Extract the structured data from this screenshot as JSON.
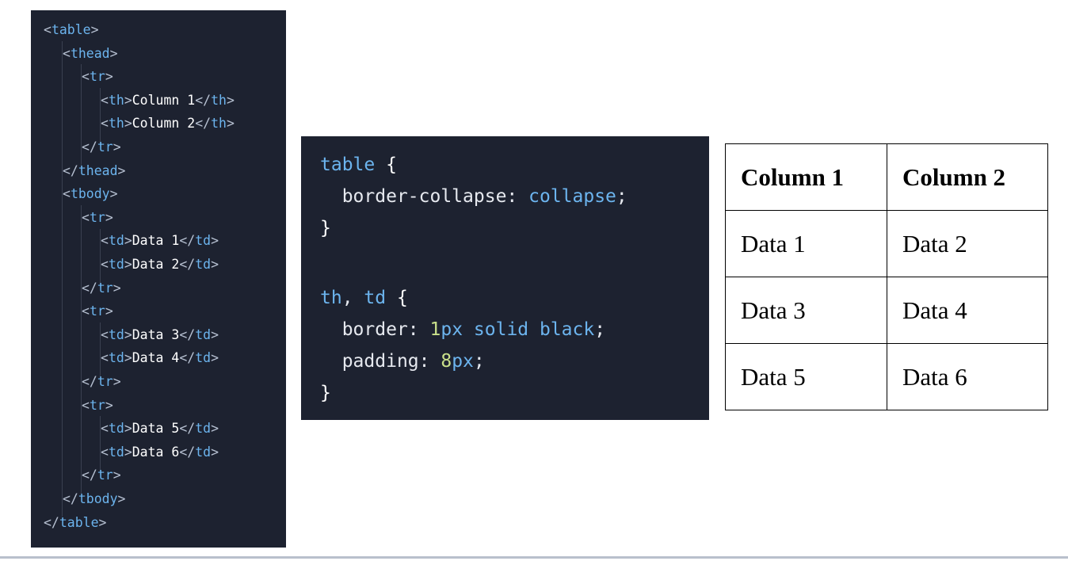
{
  "html_code": {
    "lines": [
      {
        "open": "<",
        "tag": "table",
        "close": ">"
      },
      {
        "open": "<",
        "tag": "thead",
        "close": ">"
      },
      {
        "open": "<",
        "tag": "tr",
        "close": ">"
      },
      {
        "open": "<",
        "tag": "th",
        "close": ">",
        "text": "Column 1",
        "end_open": "</",
        "end_tag": "th",
        "end_close": ">"
      },
      {
        "open": "<",
        "tag": "th",
        "close": ">",
        "text": "Column 2",
        "end_open": "</",
        "end_tag": "th",
        "end_close": ">"
      },
      {
        "open": "</",
        "tag": "tr",
        "close": ">"
      },
      {
        "open": "</",
        "tag": "thead",
        "close": ">"
      },
      {
        "open": "<",
        "tag": "tbody",
        "close": ">"
      },
      {
        "open": "<",
        "tag": "tr",
        "close": ">"
      },
      {
        "open": "<",
        "tag": "td",
        "close": ">",
        "text": "Data 1",
        "end_open": "</",
        "end_tag": "td",
        "end_close": ">"
      },
      {
        "open": "<",
        "tag": "td",
        "close": ">",
        "text": "Data 2",
        "end_open": "</",
        "end_tag": "td",
        "end_close": ">"
      },
      {
        "open": "</",
        "tag": "tr",
        "close": ">"
      },
      {
        "open": "<",
        "tag": "tr",
        "close": ">"
      },
      {
        "open": "<",
        "tag": "td",
        "close": ">",
        "text": "Data 3",
        "end_open": "</",
        "end_tag": "td",
        "end_close": ">"
      },
      {
        "open": "<",
        "tag": "td",
        "close": ">",
        "text": "Data 4",
        "end_open": "</",
        "end_tag": "td",
        "end_close": ">"
      },
      {
        "open": "</",
        "tag": "tr",
        "close": ">"
      },
      {
        "open": "<",
        "tag": "tr",
        "close": ">"
      },
      {
        "open": "<",
        "tag": "td",
        "close": ">",
        "text": "Data 5",
        "end_open": "</",
        "end_tag": "td",
        "end_close": ">"
      },
      {
        "open": "<",
        "tag": "td",
        "close": ">",
        "text": "Data 6",
        "end_open": "</",
        "end_tag": "td",
        "end_close": ">"
      },
      {
        "open": "</",
        "tag": "tr",
        "close": ">"
      },
      {
        "open": "</",
        "tag": "tbody",
        "close": ">"
      },
      {
        "open": "</",
        "tag": "table",
        "close": ">"
      }
    ]
  },
  "css_code": {
    "rule1_selector": "table",
    "open_brace": " {",
    "rule1_prop": "border-collapse",
    "colon": ": ",
    "rule1_value": "collapse",
    "semicolon": ";",
    "close_brace": "}",
    "rule2_selector_a": "th",
    "comma": ", ",
    "rule2_selector_b": "td",
    "rule2_prop1": "border",
    "rule2_prop1_num": "1",
    "rule2_prop1_unit": "px",
    "rule2_prop1_rest": " solid black",
    "rule2_prop2": "padding",
    "rule2_prop2_num": "8",
    "rule2_prop2_unit": "px"
  },
  "rendered_table": {
    "headers": [
      "Column 1",
      "Column 2"
    ],
    "rows": [
      [
        "Data 1",
        "Data 2"
      ],
      [
        "Data 3",
        "Data 4"
      ],
      [
        "Data 5",
        "Data 6"
      ]
    ]
  },
  "colors": {
    "code_background": "#1d2230",
    "tag_color": "#6cb4ee",
    "number_color": "#c9e08a",
    "text_color": "#ffffff"
  }
}
